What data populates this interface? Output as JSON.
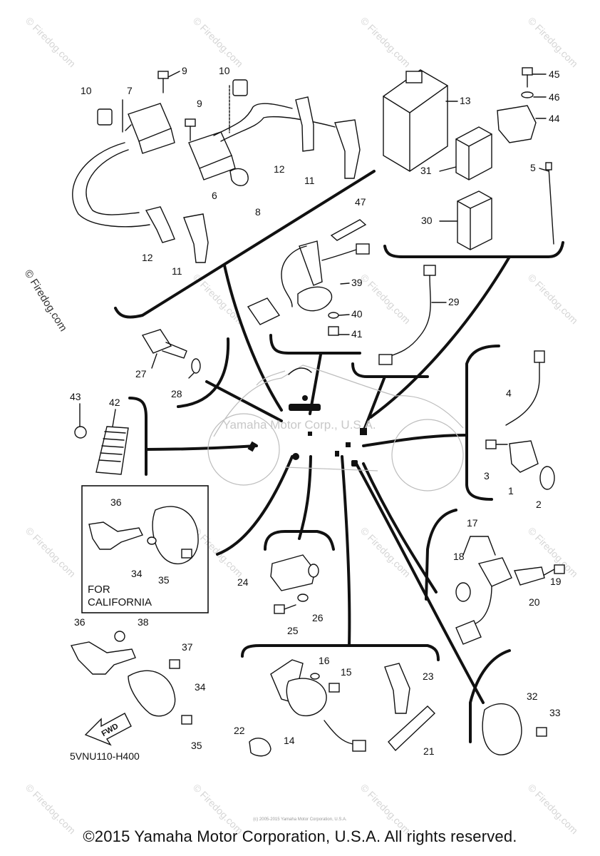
{
  "diagram": {
    "parts": {
      "p1": "1",
      "p2": "2",
      "p3": "3",
      "p4": "4",
      "p5": "5",
      "p6": "6",
      "p7": "7",
      "p8": "8",
      "p9a": "9",
      "p9b": "9",
      "p10a": "10",
      "p10b": "10",
      "p11a": "11",
      "p11b": "11",
      "p12a": "12",
      "p12b": "12",
      "p13": "13",
      "p14": "14",
      "p15": "15",
      "p16": "16",
      "p17": "17",
      "p18": "18",
      "p19": "19",
      "p20": "20",
      "p21": "21",
      "p22": "22",
      "p23": "23",
      "p24": "24",
      "p25": "25",
      "p26": "26",
      "p27": "27",
      "p28": "28",
      "p29": "29",
      "p30": "30",
      "p31": "31",
      "p32": "32",
      "p33": "33",
      "p34a": "34",
      "p34b": "34",
      "p35a": "35",
      "p35b": "35",
      "p36a": "36",
      "p36b": "36",
      "p37": "37",
      "p38": "38",
      "p39": "39",
      "p40": "40",
      "p41": "41",
      "p42": "42",
      "p43": "43",
      "p44": "44",
      "p45": "45",
      "p46": "46",
      "p47": "47"
    },
    "california_line1": "FOR",
    "california_line2": "CALIFORNIA",
    "fwd_label": "FWD",
    "diagram_code": "5VNU110-H400",
    "center_watermark": "Yamaha Motor Corp., U.S.A.",
    "side_watermark": "© Firedog.com",
    "tile_watermark": "© Firedog.com",
    "fine_print": "(c) 2005-2015 Yamaha Motor Corporation, U.S.A."
  },
  "footer": {
    "copyright": "©2015 Yamaha Motor Corporation, U.S.A. All rights reserved."
  }
}
